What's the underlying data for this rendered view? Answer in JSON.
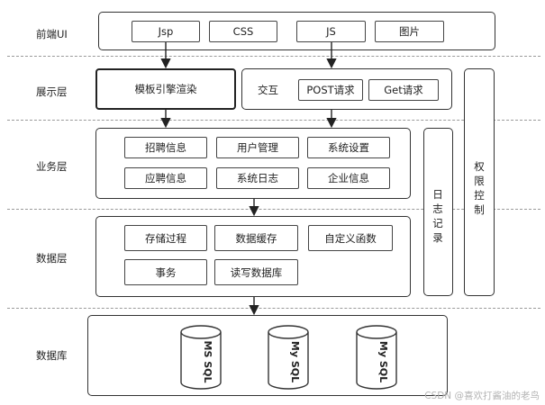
{
  "layers": {
    "frontend": "前端UI",
    "presentation": "展示层",
    "business": "业务层",
    "data": "数据层",
    "database": "数据库"
  },
  "frontend": {
    "items": [
      "Jsp",
      "CSS",
      "JS",
      "图片"
    ]
  },
  "presentation": {
    "template": "模板引擎渲染",
    "interaction": "交互",
    "post": "POST请求",
    "get": "Get请求"
  },
  "business": {
    "items": [
      "招聘信息",
      "用户管理",
      "系统设置",
      "应聘信息",
      "系统日志",
      "企业信息"
    ]
  },
  "data": {
    "items": [
      "存储过程",
      "数据缓存",
      "自定义函数",
      "事务",
      "读写数据库"
    ]
  },
  "database": {
    "items": [
      "MS SQL",
      "My SQL",
      "My SQL"
    ]
  },
  "side": {
    "log": "日志记录",
    "permission": "权限控制"
  },
  "watermark": "CSDN @喜欢打酱油的老鸟",
  "colors": {
    "stroke": "#333333",
    "dash": "#9a9a9a",
    "watermark": "#b4b4b4"
  }
}
